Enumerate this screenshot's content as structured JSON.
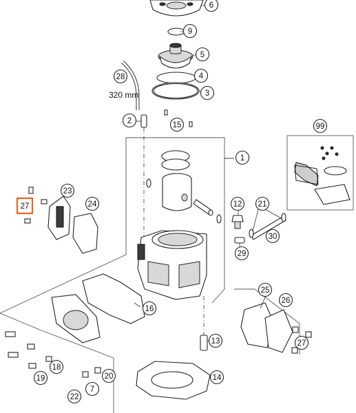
{
  "diagram": {
    "callouts": [
      {
        "id": "c6",
        "label": "6"
      },
      {
        "id": "c9",
        "label": "9"
      },
      {
        "id": "c5",
        "label": "5"
      },
      {
        "id": "c4",
        "label": "4"
      },
      {
        "id": "c3",
        "label": "3"
      },
      {
        "id": "c28",
        "label": "28"
      },
      {
        "id": "c2",
        "label": "2"
      },
      {
        "id": "c15",
        "label": "15"
      },
      {
        "id": "c1",
        "label": "1"
      },
      {
        "id": "c99",
        "label": "99"
      },
      {
        "id": "c23",
        "label": "23"
      },
      {
        "id": "c24",
        "label": "24"
      },
      {
        "id": "c27a",
        "label": "27"
      },
      {
        "id": "c12",
        "label": "12"
      },
      {
        "id": "c21",
        "label": "21"
      },
      {
        "id": "c30",
        "label": "30"
      },
      {
        "id": "c29",
        "label": "29"
      },
      {
        "id": "c16",
        "label": "16"
      },
      {
        "id": "c25",
        "label": "25"
      },
      {
        "id": "c26",
        "label": "26"
      },
      {
        "id": "c27b",
        "label": "27"
      },
      {
        "id": "c13",
        "label": "13"
      },
      {
        "id": "c18",
        "label": "18"
      },
      {
        "id": "c19",
        "label": "19"
      },
      {
        "id": "c20",
        "label": "20"
      },
      {
        "id": "c7",
        "label": "7"
      },
      {
        "id": "c22",
        "label": "22"
      },
      {
        "id": "c14",
        "label": "14"
      }
    ],
    "hose_length": "320 mm",
    "selected_callout": "27",
    "highlight_color": "#e8641e"
  }
}
